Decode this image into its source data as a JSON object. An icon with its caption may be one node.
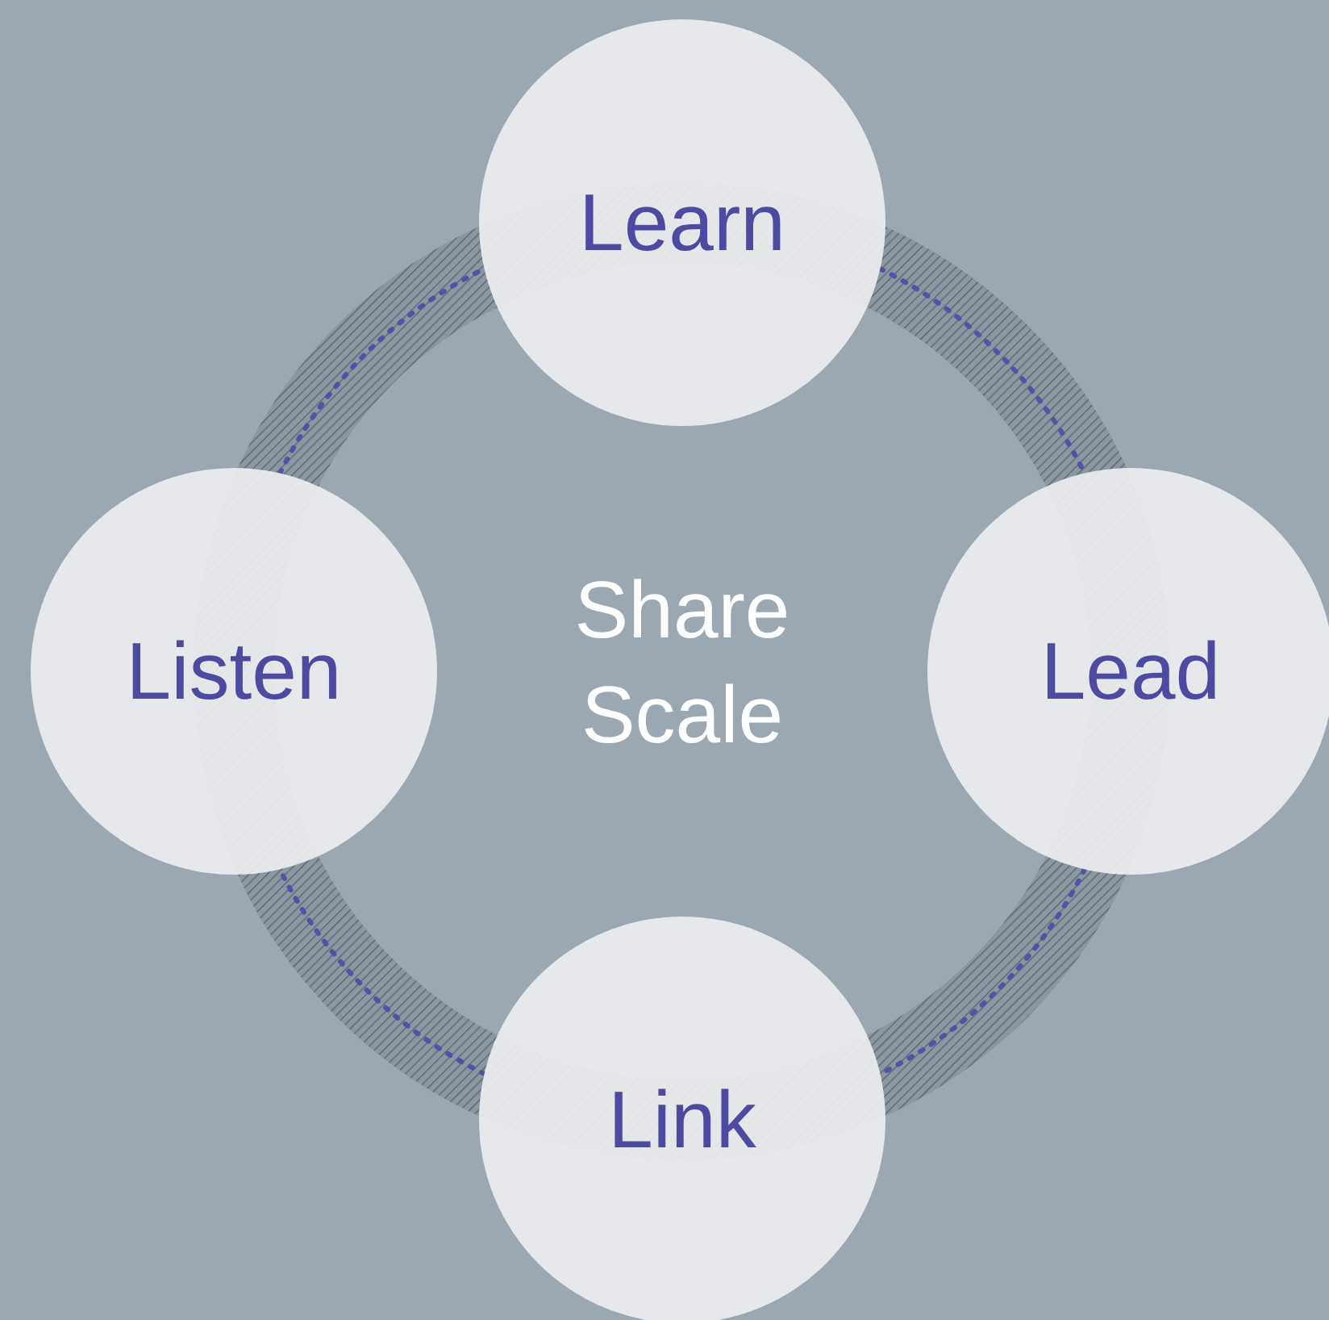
{
  "diagram": {
    "nodes": [
      {
        "text": [
          "Learn"
        ]
      },
      {
        "text": [
          "Listen"
        ]
      },
      {
        "text": [
          "Lead"
        ]
      },
      {
        "text": [
          "Link"
        ]
      }
    ],
    "edges": [
      {
        "from": 0,
        "to": 2,
        "arrow": "none",
        "style": "dashed"
      },
      {
        "from": 2,
        "to": 3,
        "arrow": "none",
        "style": "dashed"
      },
      {
        "from": 3,
        "to": 1,
        "arrow": "none",
        "style": "dashed"
      },
      {
        "from": 1,
        "to": 0,
        "arrow": "none",
        "style": "dashed"
      }
    ],
    "labels": [
      "Share Scale"
    ]
  }
}
